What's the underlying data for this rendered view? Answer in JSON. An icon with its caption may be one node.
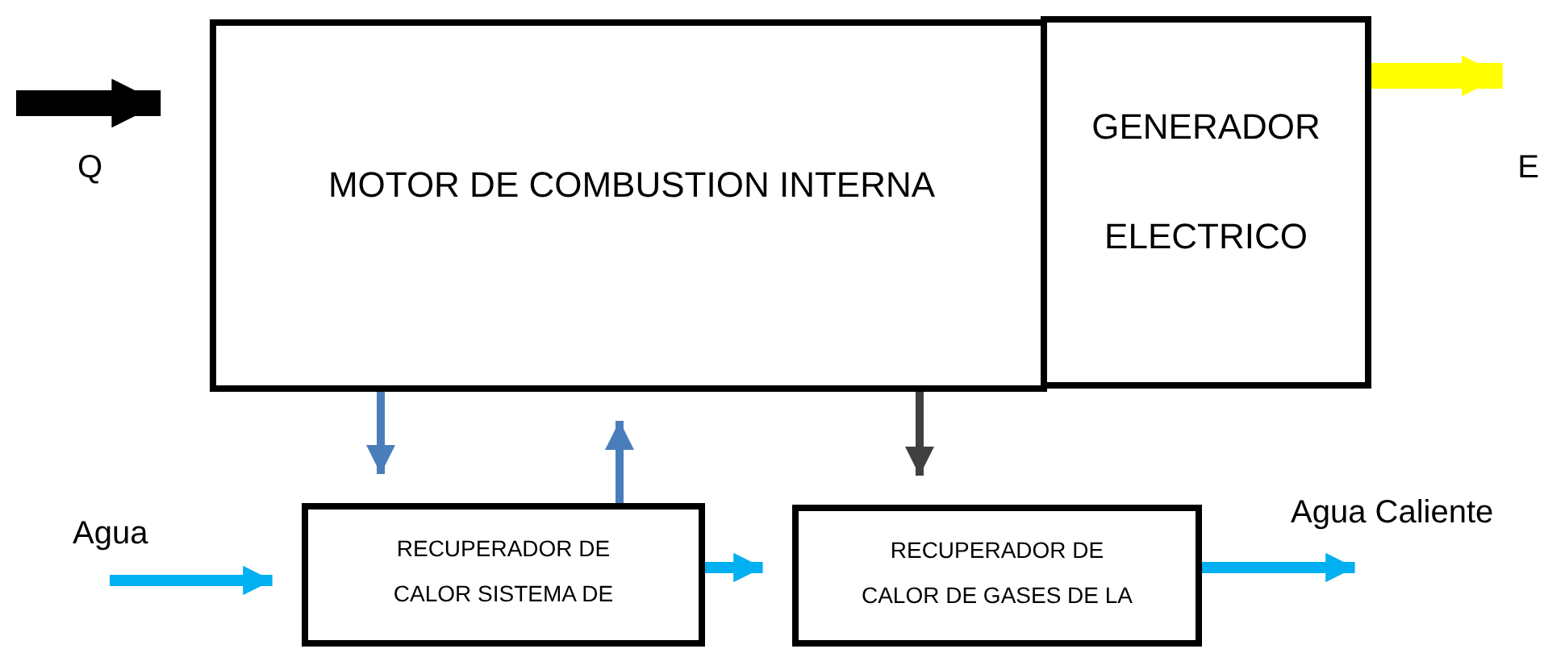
{
  "diagram": {
    "nodes": [
      {
        "text": [
          "MOTOR DE COMBUSTION INTERNA"
        ]
      },
      {
        "text": [
          "GENERADOR",
          "ELECTRICO"
        ]
      },
      {
        "text": [
          "RECUPERADOR DE CALOR SISTEMA DE"
        ]
      },
      {
        "text": [
          "RECUPERADOR DE CALOR DE GASES DE LA"
        ]
      }
    ],
    "edges": [
      {
        "from": null,
        "to": 0,
        "arrow": "to",
        "label": "Q",
        "style": "thick",
        "color": "#000000"
      },
      {
        "from": 1,
        "to": null,
        "arrow": "to",
        "label": "E",
        "style": "thick",
        "color": "#ffff00"
      },
      {
        "from": 0,
        "to": 2,
        "arrow": "to",
        "color": "#4a7ebb"
      },
      {
        "from": 2,
        "to": 0,
        "arrow": "to",
        "color": "#4a7ebb"
      },
      {
        "from": 0,
        "to": 3,
        "arrow": "to",
        "color": "#404040"
      },
      {
        "from": null,
        "to": 2,
        "arrow": "to",
        "label": "Agua",
        "color": "#00b0f0"
      },
      {
        "from": 2,
        "to": 3,
        "arrow": "to",
        "color": "#00b0f0"
      },
      {
        "from": 3,
        "to": null,
        "arrow": "to",
        "label": "Agua Caliente",
        "color": "#00b0f0"
      }
    ]
  }
}
